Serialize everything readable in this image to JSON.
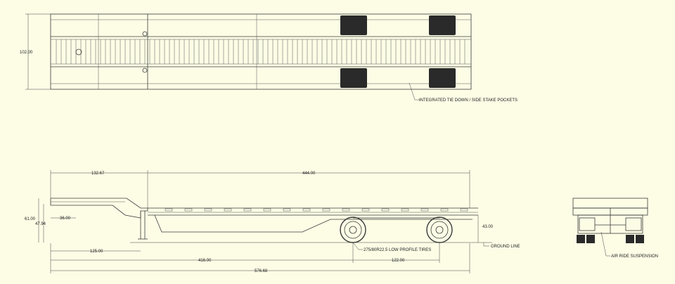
{
  "dimensions": {
    "overall_width": "102.00",
    "gooseneck_length": "132.67",
    "deck_length": "444.00",
    "side_height": "61.00",
    "side_height_inner": "47.94",
    "kingpin_setback": "36.00",
    "deck_height": "43.00",
    "kingpin_to_leg": "125.00",
    "kingpin_to_axle": "416.00",
    "axle_spread": "122.00",
    "overall_length": "576.68"
  },
  "notes": {
    "tie_down": "INTEGRATED TIE DOWN / SIDE STAKE POCKETS",
    "tires": "275/80R22.5 LOW PROFILE TIRES",
    "ground_line": "GROUND LINE",
    "air_ride": "AIR RIDE SUSPENSION"
  }
}
